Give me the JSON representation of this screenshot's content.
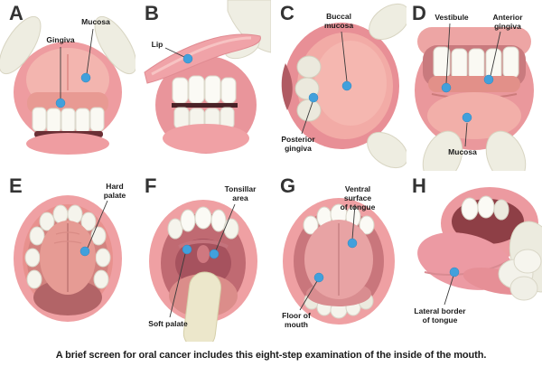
{
  "caption": "A brief screen for oral cancer includes this eight-step examination of the inside of the mouth.",
  "colors": {
    "marker_blue": "#41a0dc",
    "leader_line": "#3a3a3a"
  },
  "panels": [
    {
      "letter": "A",
      "labels": [
        {
          "text": "Gingiva"
        },
        {
          "text": "Mucosa"
        }
      ]
    },
    {
      "letter": "B",
      "labels": [
        {
          "text": "Lip"
        }
      ]
    },
    {
      "letter": "C",
      "labels": [
        {
          "text": "Buccal\nmucosa"
        },
        {
          "text": "Posterior\ngingiva"
        }
      ]
    },
    {
      "letter": "D",
      "labels": [
        {
          "text": "Vestibule"
        },
        {
          "text": "Anterior\ngingiva"
        },
        {
          "text": "Mucosa"
        }
      ]
    },
    {
      "letter": "E",
      "labels": [
        {
          "text": "Hard\npalate"
        }
      ]
    },
    {
      "letter": "F",
      "labels": [
        {
          "text": "Tonsillar\narea"
        },
        {
          "text": "Soft palate"
        }
      ]
    },
    {
      "letter": "G",
      "labels": [
        {
          "text": "Ventral surface\nof tongue"
        },
        {
          "text": "Floor of\nmouth"
        }
      ]
    },
    {
      "letter": "H",
      "labels": [
        {
          "text": "Lateral border\nof tongue"
        }
      ]
    }
  ]
}
